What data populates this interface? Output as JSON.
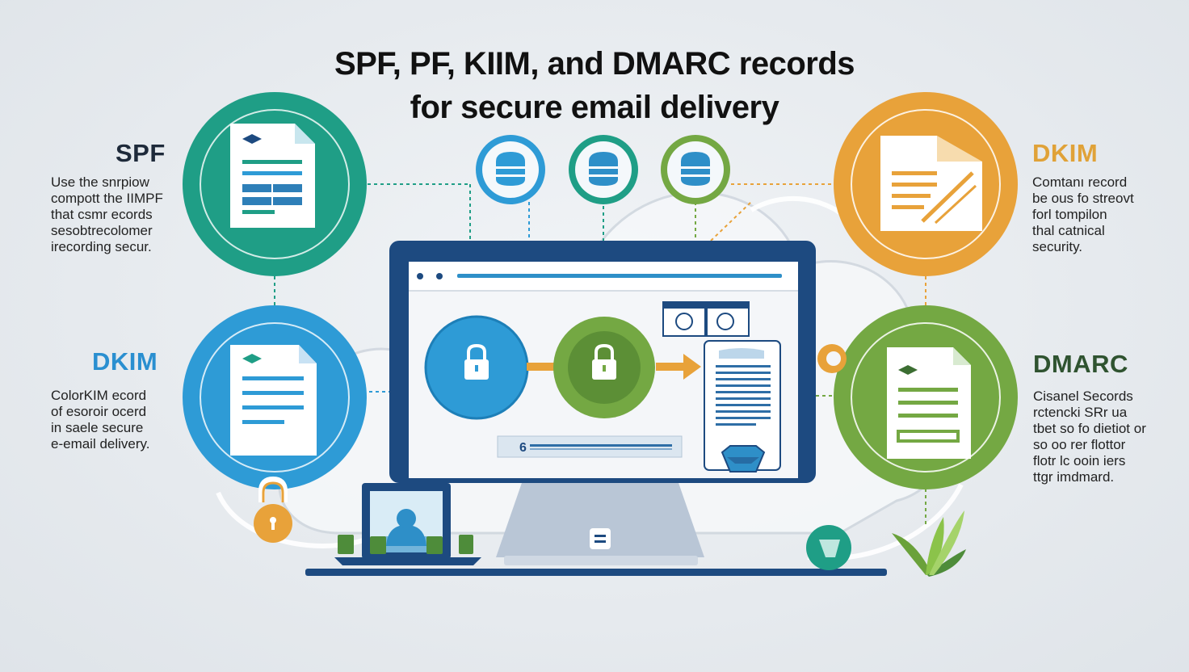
{
  "title": {
    "line1": "SPF, PF, KIIM, and DMARC records",
    "line2": "for secure email delivery"
  },
  "panels": {
    "spf": {
      "heading": "SPF",
      "description": "Use the snrpiow\ncompott the IIMPF\nthat csmr ecords\nsesobtrecolomer\nirecording secur.",
      "color": "#1f9e86"
    },
    "dkim_left": {
      "heading": "DKIM",
      "description": "ColorKIM ecord\nof esoroir ocerd\nin saele secure\ne-email delivery.",
      "color": "#2e9bd6"
    },
    "dkim_right": {
      "heading": "DKIM",
      "description": "Comtanı record\nbe ous fo streovt\nforl tompilon\nthal catnical\nsecurity.",
      "color": "#e8a23a"
    },
    "dmarc": {
      "heading": "DMARC",
      "description": "Cisanel Secords\nrctencki SRr  ua\ntbet so fo dietiot or\nso oo rer flottor\nflotr lc ooin iers\nttgr imdmard.",
      "color": "#74a843"
    }
  },
  "colors": {
    "navy": "#1d4a80",
    "teal": "#1f9e86",
    "blue": "#2e9bd6",
    "orange": "#e8a23a",
    "green": "#74a843"
  },
  "icons": [
    "document-icon",
    "lock-icon",
    "database-icon",
    "laptop-icon",
    "monitor-icon",
    "plant-icon"
  ]
}
